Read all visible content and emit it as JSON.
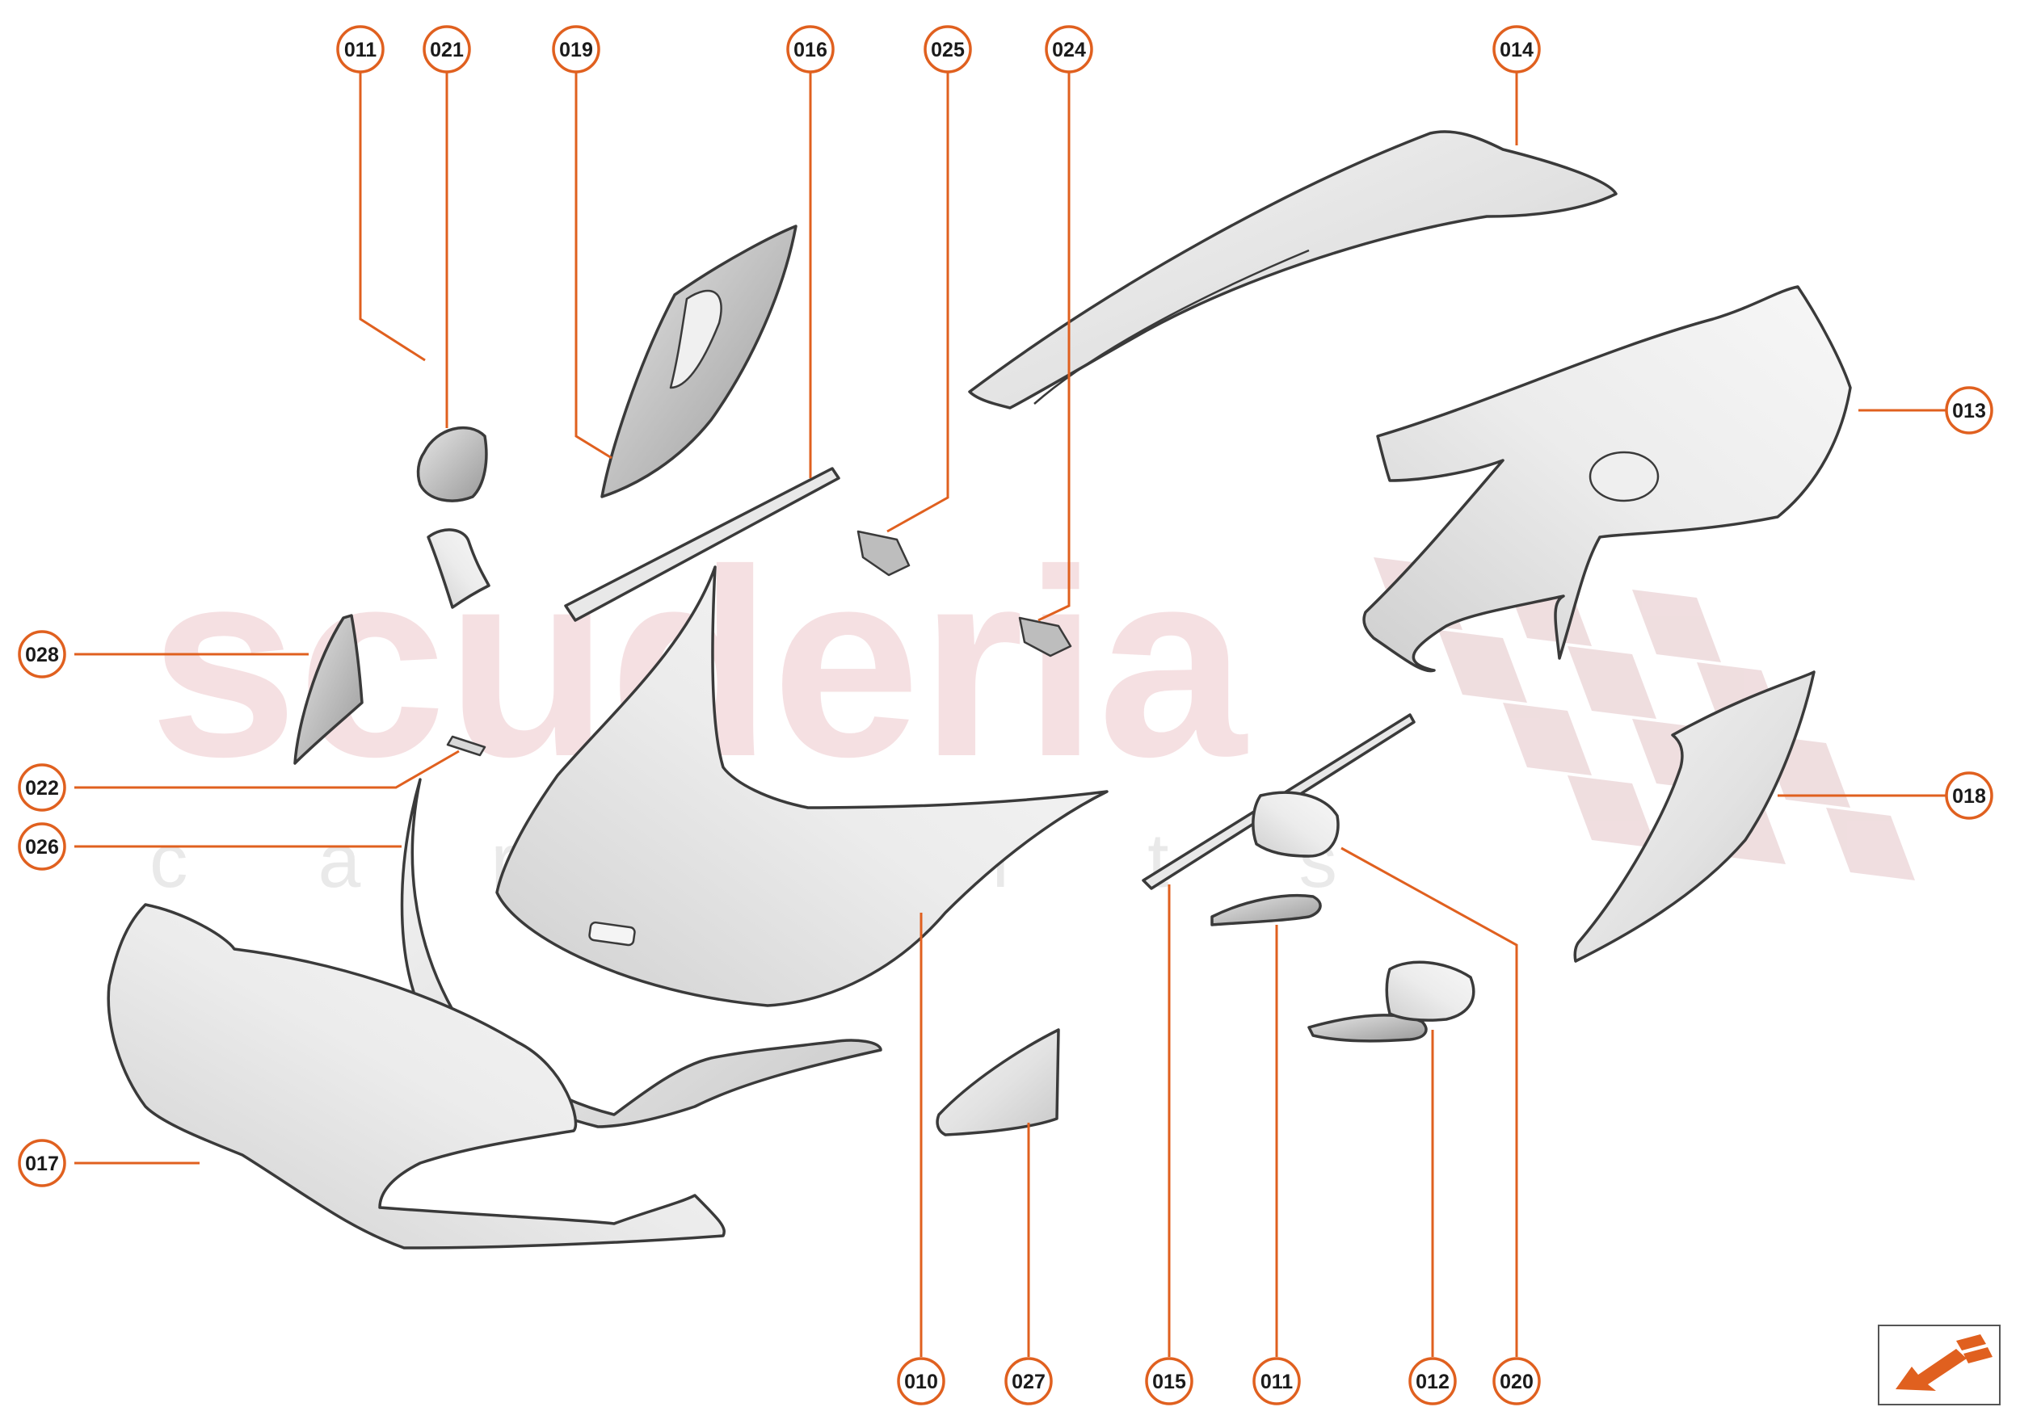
{
  "watermark": {
    "brand": "scuderia",
    "subtitle": "c a r   p a r t s"
  },
  "colors": {
    "accent": "#e0601f",
    "outline": "#3a3a3a",
    "watermark": "#e8b7bc"
  },
  "nav": {
    "icon": "exploded-view-arrow-icon"
  },
  "callouts": [
    {
      "id": "c-top-011",
      "label": "011"
    },
    {
      "id": "c-top-021",
      "label": "021"
    },
    {
      "id": "c-top-019",
      "label": "019"
    },
    {
      "id": "c-top-016",
      "label": "016"
    },
    {
      "id": "c-top-025",
      "label": "025"
    },
    {
      "id": "c-top-024",
      "label": "024"
    },
    {
      "id": "c-top-014",
      "label": "014"
    },
    {
      "id": "c-right-013",
      "label": "013"
    },
    {
      "id": "c-right-018",
      "label": "018"
    },
    {
      "id": "c-left-028",
      "label": "028"
    },
    {
      "id": "c-left-022",
      "label": "022"
    },
    {
      "id": "c-left-026",
      "label": "026"
    },
    {
      "id": "c-left-017",
      "label": "017"
    },
    {
      "id": "c-bot-010",
      "label": "010"
    },
    {
      "id": "c-bot-027",
      "label": "027"
    },
    {
      "id": "c-bot-015",
      "label": "015"
    },
    {
      "id": "c-bot-011",
      "label": "011"
    },
    {
      "id": "c-bot-012",
      "label": "012"
    },
    {
      "id": "c-bot-020",
      "label": "020"
    }
  ]
}
